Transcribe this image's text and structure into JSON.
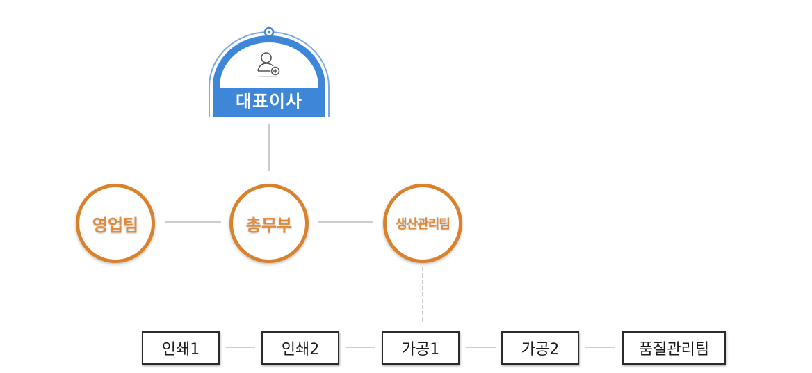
{
  "ceo": {
    "label": "대표이사",
    "icon": "add-user-icon"
  },
  "departments": [
    {
      "label": "영업팀"
    },
    {
      "label": "총무부"
    },
    {
      "label": "생산관리팀"
    }
  ],
  "teams": [
    {
      "label": "인쇄1"
    },
    {
      "label": "인쇄2"
    },
    {
      "label": "가공1"
    },
    {
      "label": "가공2"
    },
    {
      "label": "품질관리팀"
    }
  ],
  "colors": {
    "blue": "#3d86d8",
    "orange": "#d9822b",
    "line": "#bbbbbb"
  }
}
